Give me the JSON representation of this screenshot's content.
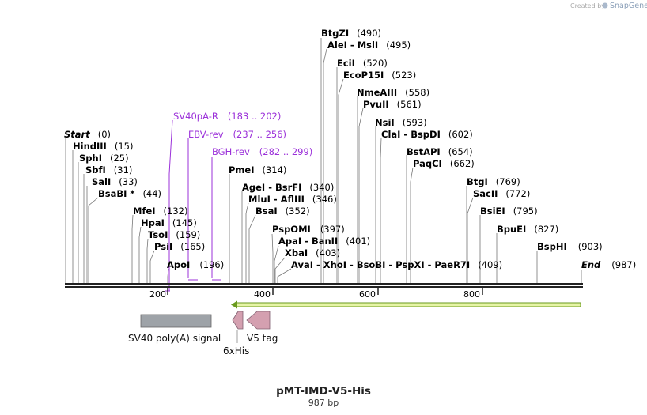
{
  "credit": {
    "prefix": "Created by",
    "brand": "SnapGene"
  },
  "map": {
    "title": "pMT-IMD-V5-His",
    "length_label": "987 bp",
    "ticks": [
      "200",
      "400",
      "600",
      "800"
    ]
  },
  "sites": [
    {
      "name": "Start",
      "pos": "(0)"
    },
    {
      "name": "HindIII",
      "pos": "(15)"
    },
    {
      "name": "SphI",
      "pos": "(25)"
    },
    {
      "name": "SbfI",
      "pos": "(31)"
    },
    {
      "name": "SalI",
      "pos": "(33)"
    },
    {
      "name": "BsaBI *",
      "pos": "(44)"
    },
    {
      "name": "MfeI",
      "pos": "(132)"
    },
    {
      "name": "HpaI",
      "pos": "(145)"
    },
    {
      "name": "TsoI",
      "pos": "(159)"
    },
    {
      "name": "PsiI",
      "pos": "(165)"
    },
    {
      "name": "ApoI",
      "pos": "(196)"
    },
    {
      "name": "PmeI",
      "pos": "(314)"
    },
    {
      "name": "AgeI - BsrFI",
      "pos": "(340)"
    },
    {
      "name": "MluI - AflIII",
      "pos": "(346)"
    },
    {
      "name": "BsaI",
      "pos": "(352)"
    },
    {
      "name": "PspOMI",
      "pos": "(397)"
    },
    {
      "name": "ApaI - BanII",
      "pos": "(401)"
    },
    {
      "name": "XbaI",
      "pos": "(403)"
    },
    {
      "name": "AvaI - XhoI - BsoBI - PspXI - PaeR7I",
      "pos": "(409)"
    },
    {
      "name": "BtgZI",
      "pos": "(490)"
    },
    {
      "name": "AleI - MslI",
      "pos": "(495)"
    },
    {
      "name": "EciI",
      "pos": "(520)"
    },
    {
      "name": "EcoP15I",
      "pos": "(523)"
    },
    {
      "name": "NmeAIII",
      "pos": "(558)"
    },
    {
      "name": "PvuII",
      "pos": "(561)"
    },
    {
      "name": "NsiI",
      "pos": "(593)"
    },
    {
      "name": "ClaI - BspDI",
      "pos": "(602)"
    },
    {
      "name": "BstAPI",
      "pos": "(654)"
    },
    {
      "name": "PaqCI",
      "pos": "(662)"
    },
    {
      "name": "BtgI",
      "pos": "(769)"
    },
    {
      "name": "SacII",
      "pos": "(772)"
    },
    {
      "name": "BsiEI",
      "pos": "(795)"
    },
    {
      "name": "BpuEI",
      "pos": "(827)"
    },
    {
      "name": "BspHI",
      "pos": "(903)"
    },
    {
      "name": "End",
      "pos": "(987)"
    }
  ],
  "primers": [
    {
      "name": "SV40pA-R",
      "range": "(183 .. 202)"
    },
    {
      "name": "EBV-rev",
      "range": "(237 .. 256)"
    },
    {
      "name": "BGH-rev",
      "range": "(282 .. 299)"
    }
  ],
  "features": [
    {
      "name": "SV40 poly(A) signal",
      "color": "#9ea3a8"
    },
    {
      "name": "6xHis",
      "color": "#d4a0b0"
    },
    {
      "name": "V5 tag",
      "color": "#d4a0b0"
    }
  ],
  "colors": {
    "primer": "#9b30d9",
    "orf_arrow": "#6a9a1f",
    "orf_fill": "#e6f4a6",
    "backbone": "#222222"
  }
}
